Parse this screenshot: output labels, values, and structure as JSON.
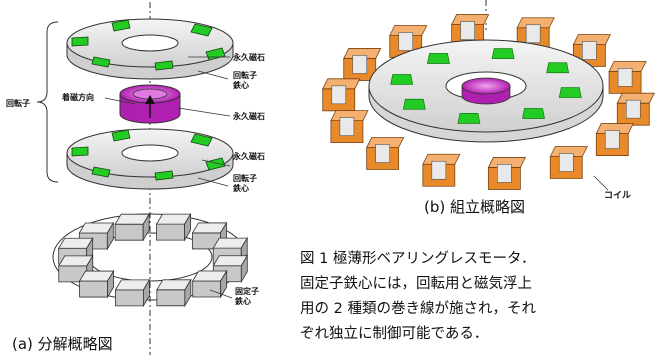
{
  "left": {
    "rotor_label": "回転子",
    "magnetization_label": "着磁方向",
    "labels": {
      "pm_top": "永久磁石",
      "rotor_core_top": "回転子\n鉄心",
      "pm_mid": "永久磁石",
      "pm_bottom": "永久磁石",
      "rotor_core_bottom": "回転子\n鉄心",
      "stator_core": "固定子\n鉄心"
    },
    "caption": "(a) 分解概略図"
  },
  "right": {
    "coil_label": "コイル",
    "caption": "(b) 組立概略図",
    "figure_caption_lines": [
      "図 1 極薄形ベアリングレスモータ．",
      "固定子鉄心には，回転用と磁気浮上",
      "用の 2 種類の巻き線が施され，それ",
      "ぞれ独立に制御可能である．"
    ]
  },
  "colors": {
    "magnet_green": "#22cc22",
    "sleeve_magenta": "#cc33cc",
    "coil_orange": "#e8892a",
    "plate_gray": "#e6e6e6"
  }
}
